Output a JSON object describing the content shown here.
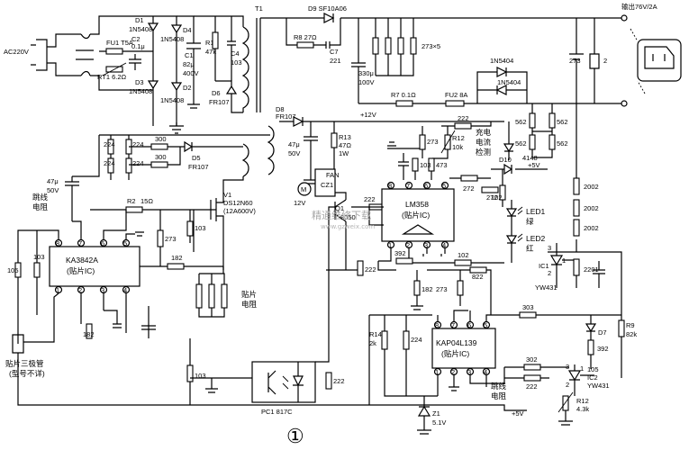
{
  "input": {
    "ac_label": "AC220V"
  },
  "fuse1": {
    "label": "FU1 T5A"
  },
  "rt1": {
    "label": "RT1 6.2Ω"
  },
  "c2": {
    "label": "C2",
    "value": "0.1μ"
  },
  "c1": {
    "label": "C1",
    "value": "82μ",
    "voltage": "400V"
  },
  "bridge": {
    "d1": "D1",
    "d2": "D2",
    "d3": "D3",
    "d4": "D4",
    "part": "1N5408"
  },
  "r1": {
    "label": "R1",
    "value": "47k"
  },
  "c4": {
    "label": "C4",
    "value": "103"
  },
  "d6": {
    "label": "D6",
    "part": "FR107"
  },
  "t1": {
    "label": "T1"
  },
  "snubber": {
    "r_left": "224",
    "r_mid": "224",
    "r_bl": "224",
    "r_bm": "224",
    "r300a": "300",
    "r300b": "300"
  },
  "d5": {
    "label": "D5",
    "part": "FR107"
  },
  "aux_cap": {
    "value": "47μ",
    "voltage": "50V"
  },
  "jumper1": {
    "line1": "跳线",
    "line2": "电阻"
  },
  "r2": {
    "label": "R2",
    "value": "15Ω"
  },
  "v1": {
    "label": "V1",
    "part": "DS12N60",
    "rating": "(12A600V)"
  },
  "kaic": {
    "part": "KA3842A",
    "pkg": "(贴片IC)"
  },
  "kapins": [
    "8",
    "7",
    "6",
    "5",
    "1",
    "2",
    "3",
    "4"
  ],
  "ka_parts": {
    "r105": "105",
    "r103a": "103",
    "r273a": "273",
    "r103b": "103",
    "r182a": "182",
    "r182b": "182",
    "r103c": "103"
  },
  "smd_res": {
    "line1": "贴片",
    "line2": "电阻"
  },
  "transistor_note": {
    "line1": "贴片三极管",
    "line2": "(型号不详)"
  },
  "pc1": {
    "label": "PC1 817C"
  },
  "r222_opto": {
    "value": "222"
  },
  "d9": {
    "label": "D9 SF10A06"
  },
  "r8": {
    "label": "R8 27Ω"
  },
  "c7": {
    "label": "C7",
    "value": "221"
  },
  "r273x5": {
    "label": "273×5"
  },
  "out_cap": {
    "value": "330μ",
    "voltage": "100V"
  },
  "r7": {
    "label": "R7 0.1Ω"
  },
  "fu2": {
    "label": "FU2 8A"
  },
  "d1n5404": {
    "top": "1N5404",
    "bottom": "1N5404"
  },
  "output": {
    "label": "输出76V/2A",
    "cap": "2",
    "res": "273"
  },
  "d8": {
    "label": "D8",
    "part": "FR107"
  },
  "plus12": {
    "label": "+12V"
  },
  "fan_cap": {
    "value": "47μ",
    "voltage": "50V"
  },
  "r13": {
    "label": "R13",
    "value": "47Ω",
    "power": "1W"
  },
  "fan": {
    "label": "FAN",
    "voltage": "12V",
    "motor": "M"
  },
  "cz1": {
    "label": "CZ1"
  },
  "q1": {
    "label": "Q1",
    "part": "8050"
  },
  "r222_top": {
    "value": "222"
  },
  "r273b": {
    "value": "273"
  },
  "r12": {
    "label": "R12",
    "value": "10k"
  },
  "r103d": {
    "value": "103"
  },
  "r473": {
    "value": "473"
  },
  "charge_led": {
    "line1": "充电",
    "line2": "电流",
    "line3": "检测"
  },
  "r562": {
    "a": "562",
    "b": "562",
    "c": "562",
    "d": "562"
  },
  "d10": {
    "label": "D10",
    "part": "4148"
  },
  "plus5": {
    "label": "+5V"
  },
  "r272a": {
    "value": "272"
  },
  "r102a": {
    "value": "102"
  },
  "r272b": {
    "value": "272"
  },
  "lm358": {
    "part": "LM358",
    "pkg": "(贴片IC)"
  },
  "lmpins": [
    "8",
    "7",
    "6",
    "5",
    "1",
    "2",
    "3",
    "4"
  ],
  "led1": {
    "label": "LED1",
    "color": "绿"
  },
  "led2": {
    "label": "LED2",
    "color": "红"
  },
  "r392a": {
    "value": "392"
  },
  "r102b": {
    "value": "102"
  },
  "r822": {
    "value": "822"
  },
  "r222_mid": {
    "value": "222"
  },
  "r182c": {
    "value": "182"
  },
  "r273c": {
    "value": "273"
  },
  "r224c": {
    "value": "224"
  },
  "r14": {
    "label": "R14",
    "value": "2k"
  },
  "kap": {
    "part": "KAP04L139",
    "pkg": "(贴片IC)"
  },
  "kappins": [
    "8",
    "7",
    "6",
    "5",
    "1",
    "2",
    "3",
    "4"
  ],
  "jumper2": {
    "line1": "跳线",
    "line2": "电阻"
  },
  "r303": {
    "value": "303"
  },
  "r2002": {
    "a": "2002",
    "b": "2002",
    "c": "2002"
  },
  "r2201": {
    "value": "2201"
  },
  "ic1": {
    "label": "IC1",
    "part": "YW431"
  },
  "d7": {
    "label": "D7"
  },
  "r392b": {
    "value": "392"
  },
  "r9": {
    "label": "R9",
    "value": "82k"
  },
  "r302": {
    "value": "302"
  },
  "r222_bot": {
    "value": "222"
  },
  "r105b": {
    "value": "105"
  },
  "r222_mon": {
    "value": "222"
  },
  "r12b": {
    "label": "R12",
    "value": "4.3k"
  },
  "ic2": {
    "label": "IC2",
    "part": "YW431"
  },
  "z1": {
    "label": "Z1",
    "value": "5.1V"
  },
  "plus5b": {
    "label": "+5V"
  },
  "ic2pins": {
    "p3": "3",
    "p1": "1",
    "p2": "2"
  },
  "ic1pins": {
    "p3": "3",
    "p1": "1",
    "p2": "2"
  },
  "watermark": {
    "cn": "精通维修下载",
    "url": "www.gzweix.com"
  },
  "figure_number": {
    "label": "①"
  }
}
